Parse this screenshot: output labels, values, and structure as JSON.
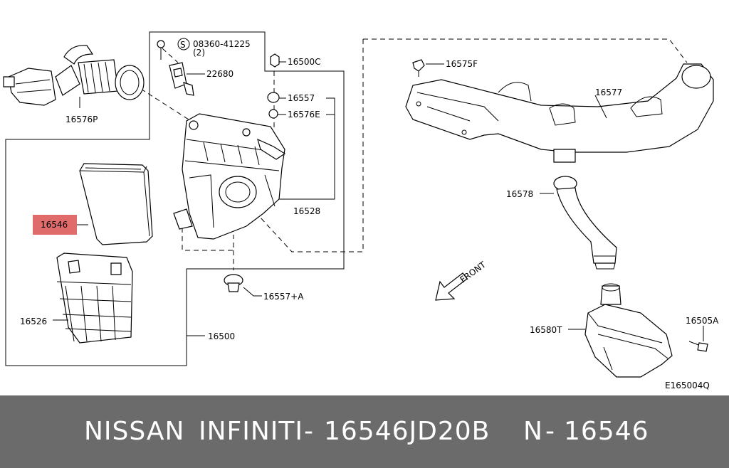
{
  "diagram_code": "E165004Q",
  "front_label": "FRONT",
  "labels": {
    "p16576P": "16576P",
    "p08360": "08360-41225",
    "p08360_qty": "(2)",
    "p08360_symbol": "S",
    "p22680": "22680",
    "p16500C": "16500C",
    "p16557": "16557",
    "p16576E": "16576E",
    "p16528": "16528",
    "p16546": "16546",
    "p16526": "16526",
    "p16500": "16500",
    "p16557A": "16557+A",
    "p16575F": "16575F",
    "p16577": "16577",
    "p16578": "16578",
    "p16580T": "16580T",
    "p16505A": "16505A"
  },
  "colors": {
    "highlight": "#e06b6b",
    "footer_bg": "#6b6b6b",
    "footer_text": "#ffffff"
  },
  "footer": {
    "brand": "NISSAN",
    "make": "INFINITI",
    "sep1": "-",
    "part_number": "16546JD20B",
    "prefix": "N",
    "sep2": "-",
    "short_number": "16546"
  }
}
